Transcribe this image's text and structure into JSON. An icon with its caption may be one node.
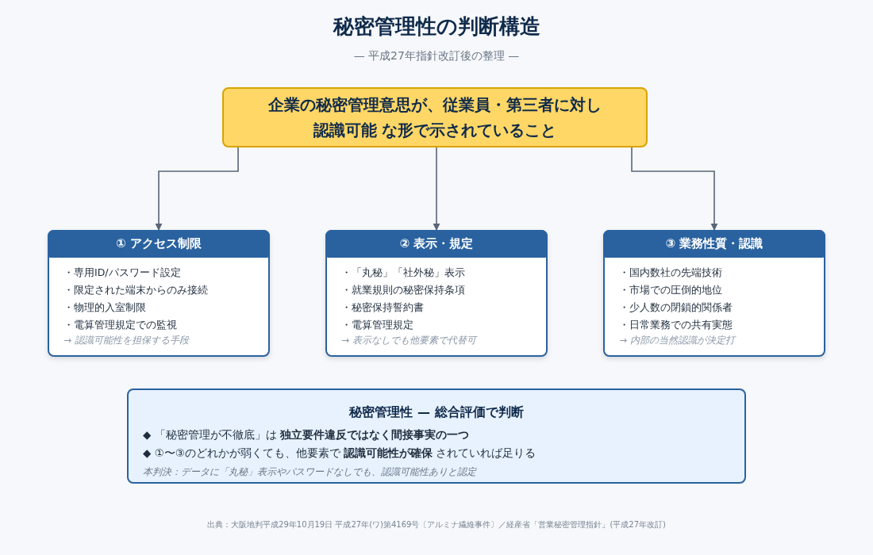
{
  "diagram": {
    "title": "秘密管理性の判断構造",
    "caption": "出典：大阪地判平成29年10月19日 平成27年(ワ)第4169号〔アルミナ繊維事件〕／経産省「営業秘密管理指針」(平成27年改訂)",
    "labels": [
      "— 平成27年指針改訂後の整理 —"
    ],
    "nodes": [
      {
        "text": [
          "企業の秘密管理意思が、従業員・第三者に対し認識可能 な形で示されていること"
        ]
      },
      {
        "text": [
          "① アクセス制限",
          "・専用ID/パスワード設定",
          "・限定された端末からのみ接続",
          "・物理的入室制限",
          "・電算管理規定での監視",
          "→ 認識可能性を担保する手段"
        ]
      },
      {
        "text": [
          "② 表示・規定",
          "・「丸秘」「社外秘」表示",
          "・就業規則の秘密保持条項",
          "・秘密保持誓約書",
          "・電算管理規定",
          "→ 表示なしでも他要素で代替可"
        ]
      },
      {
        "text": [
          "③ 業務性質・認識",
          "・国内数社の先端技術",
          "・市場での圧倒的地位",
          "・少人数の閉鎖的関係者",
          "・日常業務での共有実態",
          "→ 内部の当然認識が決定打"
        ]
      },
      {
        "text": [
          "秘密管理性 — 総合評価で判断",
          "◆ 「秘密管理が不徹底」は **独立要件違反ではなく間接事実の一つ**",
          "◆ ①〜③のどれかが弱くても、他要素で **認識可能性が確保** されていれば足りる",
          "本判決：データに「丸秘」表示やパスワードなしでも、認識可能性ありと認定"
        ]
      }
    ],
    "edges": [
      {
        "from": 0,
        "to": 1,
        "arrow": "to"
      },
      {
        "from": 0,
        "to": 2,
        "arrow": "to"
      },
      {
        "from": 0,
        "to": 3,
        "arrow": "to"
      }
    ]
  }
}
